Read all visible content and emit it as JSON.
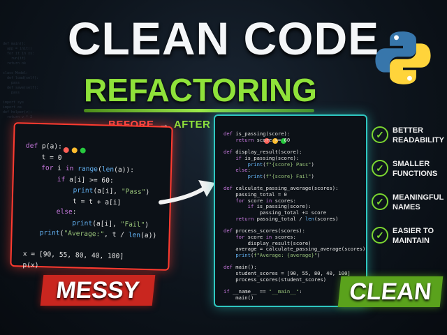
{
  "headline": {
    "line1": "CLEAN CODE",
    "line2": "REFACTORING"
  },
  "before_after": {
    "before": "BEFORE",
    "arrow": "→",
    "after": "AFTER"
  },
  "logo": {
    "icon": "python-logo-icon",
    "colors": [
      "#3776ab",
      "#ffd43b"
    ]
  },
  "before_code": [
    "def p(a):",
    "    t = 0",
    "    for i in range(len(a)):",
    "        if a[i] >= 60:",
    "            print(a[i], \"Pass\")",
    "            t = t + a[i]",
    "        else:",
    "            print(a[i], \"Fail\")",
    "    print(\"Average:\", t / len(a))",
    "",
    "x = [90, 55, 80, 40, 100]",
    "p(x)"
  ],
  "after_code": [
    "def is_passing(score):",
    "    return score >= 60",
    "",
    "def display_result(score):",
    "    if is_passing(score):",
    "        print(f\"{score} Pass\")",
    "    else:",
    "        print(f\"{score} Fail\")",
    "",
    "def calculate_passing_average(scores):",
    "    passing_total = 0",
    "    for score in scores:",
    "        if is_passing(score):",
    "            passing_total += score",
    "    return passing_total / len(scores)",
    "",
    "def process_scores(scores):",
    "    for score in scores:",
    "        display_result(score)",
    "    average = calculate_passing_average(scores)",
    "    print(f\"Average: {average}\")",
    "",
    "def main():",
    "    student_scores = [90, 55, 80, 40, 100]",
    "    process_scores(student_scores)",
    "",
    "if __name__ == \"__main__\":",
    "    main()"
  ],
  "labels": {
    "messy": "MESSY",
    "clean": "CLEAN"
  },
  "benefits": [
    {
      "icon": "check-circle-icon",
      "line1": "BETTER",
      "line2": "READABILITY"
    },
    {
      "icon": "check-circle-icon",
      "line1": "SMALLER",
      "line2": "FUNCTIONS"
    },
    {
      "icon": "check-circle-icon",
      "line1": "MEANINGFUL",
      "line2": "NAMES"
    },
    {
      "icon": "check-circle-icon",
      "line1": "EASIER TO",
      "line2": "MAINTAIN"
    }
  ],
  "colors": {
    "messy": "#ff3b30",
    "clean": "#2fc7c0",
    "accent_green": "#8fe23a"
  }
}
